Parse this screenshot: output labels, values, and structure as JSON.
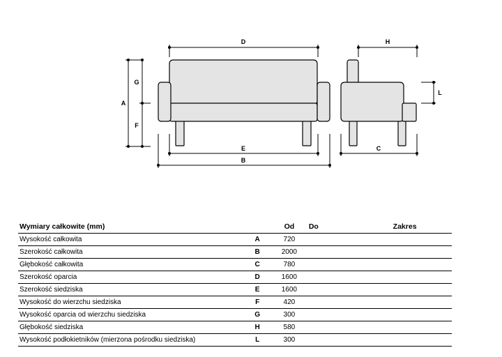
{
  "diagram": {
    "labels": {
      "A": "A",
      "B": "B",
      "C": "C",
      "D": "D",
      "E": "E",
      "F": "F",
      "G": "G",
      "H": "H",
      "L": "L"
    }
  },
  "table": {
    "headers": {
      "name": "Wymiary całkowite (mm)",
      "od": "Od",
      "do": "Do",
      "zakres": "Zakres"
    },
    "rows": [
      {
        "name": "Wysokość całkowita",
        "code": "A",
        "od": "720"
      },
      {
        "name": "Szerokość całkowita",
        "code": "B",
        "od": "2000"
      },
      {
        "name": "Głębokość całkowita",
        "code": "C",
        "od": "780"
      },
      {
        "name": "Szerokość oparcia",
        "code": "D",
        "od": "1600"
      },
      {
        "name": "Szerokość siedziska",
        "code": "E",
        "od": "1600"
      },
      {
        "name": "Wysokość do wierzchu siedziska",
        "code": "F",
        "od": "420"
      },
      {
        "name": "Wysokość oparcia od wierzchu siedziska",
        "code": "G",
        "od": "300"
      },
      {
        "name": "Głębokość siedziska",
        "code": "H",
        "od": "580"
      },
      {
        "name": "Wysokość podłokietników (mierzona pośrodku siedziska)",
        "code": "L",
        "od": "300"
      }
    ]
  }
}
